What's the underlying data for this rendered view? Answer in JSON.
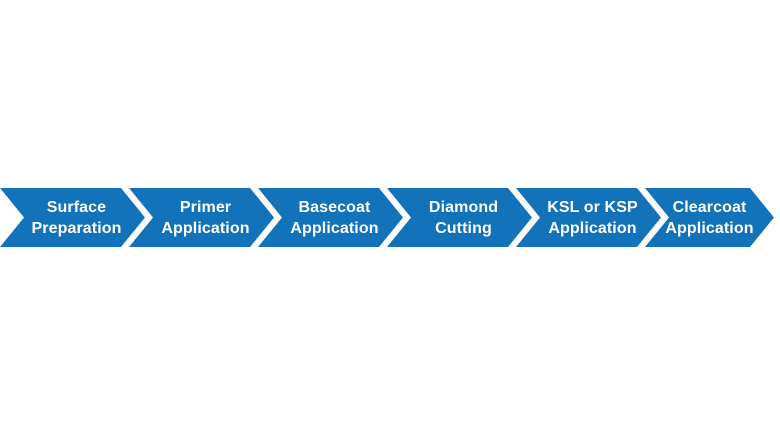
{
  "page": {
    "background_color": "#ffffff"
  },
  "process": {
    "type": "chevron-flow",
    "shape_color": "#1272BA",
    "text_color": "#ffffff",
    "steps": [
      {
        "label": "Surface\nPreparation"
      },
      {
        "label": "Primer\nApplication"
      },
      {
        "label": "Basecoat\nApplication"
      },
      {
        "label": "Diamond\nCutting"
      },
      {
        "label": "KSL or KSP\nApplication"
      },
      {
        "label": "Clearcoat\nApplication"
      }
    ]
  }
}
